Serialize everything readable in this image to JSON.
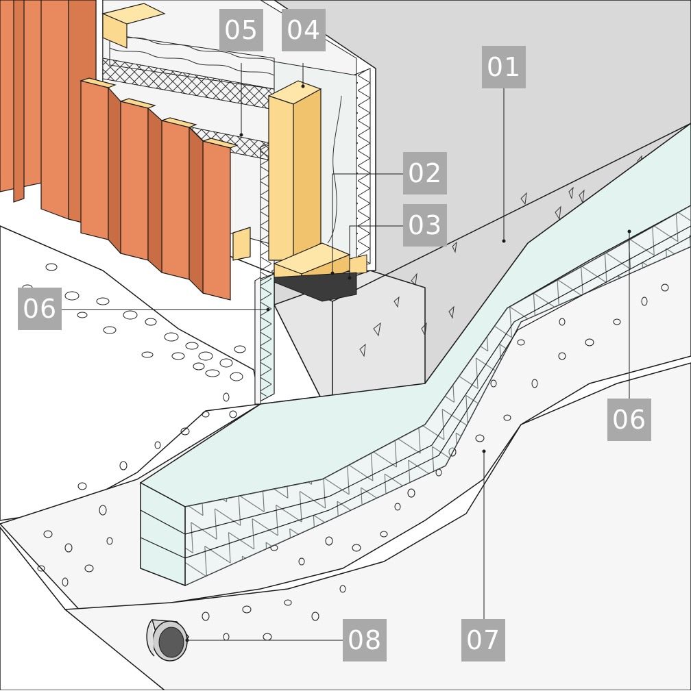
{
  "colors": {
    "cladding": "#e98a5e",
    "timber": "#fbd98f",
    "concrete": "#d9d9d9",
    "insulation_board": "#e3f3f0",
    "gravel": "#f6f6f6",
    "callout_bg": "#a9a9a9",
    "callout_text": "#ffffff",
    "line": "#1a1a1a"
  },
  "callouts": {
    "c01": "01",
    "c02": "02",
    "c03": "03",
    "c04": "04",
    "c05": "05",
    "c06_left": "06",
    "c06_right": "06",
    "c07": "07",
    "c08": "08"
  }
}
